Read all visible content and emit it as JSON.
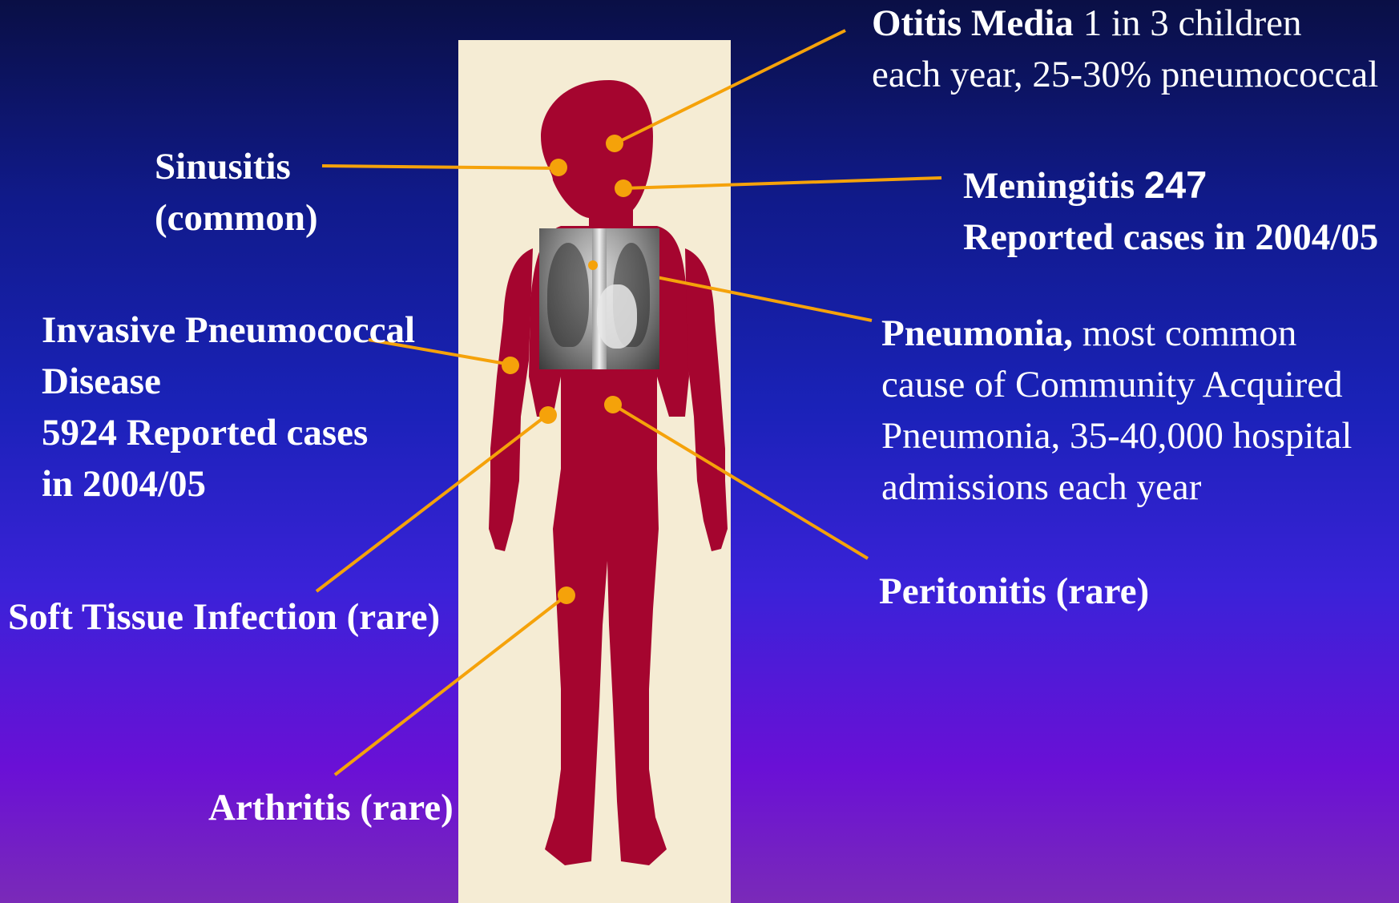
{
  "labels": {
    "otitis": {
      "bold": "Otitis Media",
      "normal_line1": " 1 in 3 children",
      "line2": "each year, 25-30% pneumococcal"
    },
    "sinusitis": {
      "line1": "Sinusitis",
      "line2": "(common)"
    },
    "meningitis": {
      "bold": "Meningitis ",
      "count": "247",
      "line2": "Reported cases in 2004/05"
    },
    "ipd": {
      "line1": "Invasive Pneumococcal",
      "line2": "Disease",
      "line3": "5924 Reported cases",
      "line4": "in 2004/05"
    },
    "pneumonia": {
      "bold": "Pneumonia,",
      "normal_line1": " most common",
      "line2": "cause of Community Acquired",
      "line3": " Pneumonia, 35-40,000 hospital",
      "line4": "admissions each year"
    },
    "soft_tissue": {
      "text": "Soft Tissue Infection (rare)"
    },
    "peritonitis": {
      "text": "Peritonitis (rare)"
    },
    "arthritis": {
      "text": "Arthritis (rare)"
    }
  },
  "colors": {
    "connector": "#f5a20a",
    "body": "#a5052f",
    "panel": "#f5ecd4"
  }
}
